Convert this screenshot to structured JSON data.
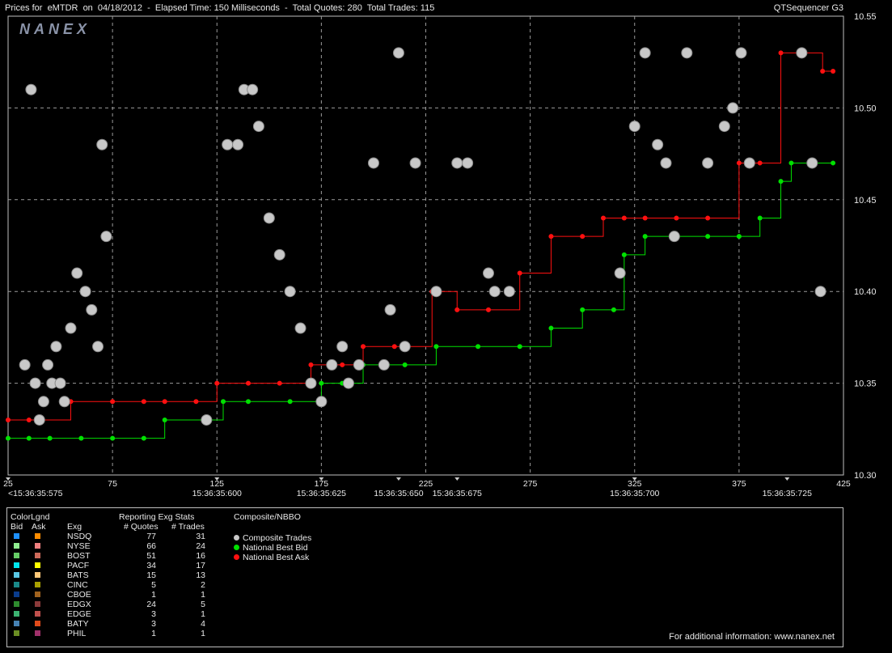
{
  "header": {
    "title": "Prices for  eMTDR  on  04/18/2012  -  Elapsed Time: 150 Milliseconds  -  Total Quotes: 280  Total Trades: 115",
    "product": "QTSequencer G3",
    "logo_text": "NANEX"
  },
  "chart_data": {
    "type": "line",
    "ylim": [
      10.3,
      10.55
    ],
    "xlim": [
      25,
      425
    ],
    "y_ticks": [
      "10.55",
      "10.50",
      "10.45",
      "10.40",
      "10.35",
      "10.30"
    ],
    "x_ticks": [
      "25",
      "75",
      "125",
      "175",
      "225",
      "275",
      "325",
      "375",
      "425"
    ],
    "time_ticks": [
      {
        "x": 25,
        "label": "<15:36:35:575"
      },
      {
        "x": 125,
        "label": "15:36:35:600"
      },
      {
        "x": 175,
        "label": "15:36:35:625"
      },
      {
        "x": 212,
        "label": "15:36:35:650"
      },
      {
        "x": 240,
        "label": "15:36:35:675"
      },
      {
        "x": 325,
        "label": "15:36:35:700"
      },
      {
        "x": 398,
        "label": "15:36:35:725"
      }
    ],
    "series": [
      {
        "name": "National Best Bid",
        "color": "#00e000",
        "points": [
          [
            25,
            10.32
          ],
          [
            35,
            10.32
          ],
          [
            45,
            10.32
          ],
          [
            60,
            10.32
          ],
          [
            75,
            10.32
          ],
          [
            90,
            10.32
          ],
          [
            100,
            10.33
          ],
          [
            120,
            10.33
          ],
          [
            128,
            10.34
          ],
          [
            140,
            10.34
          ],
          [
            160,
            10.34
          ],
          [
            175,
            10.35
          ],
          [
            185,
            10.35
          ],
          [
            195,
            10.36
          ],
          [
            215,
            10.36
          ],
          [
            230,
            10.37
          ],
          [
            250,
            10.37
          ],
          [
            270,
            10.37
          ],
          [
            285,
            10.38
          ],
          [
            300,
            10.39
          ],
          [
            315,
            10.39
          ],
          [
            320,
            10.42
          ],
          [
            330,
            10.43
          ],
          [
            345,
            10.43
          ],
          [
            360,
            10.43
          ],
          [
            375,
            10.43
          ],
          [
            385,
            10.44
          ],
          [
            395,
            10.46
          ],
          [
            400,
            10.47
          ],
          [
            410,
            10.47
          ],
          [
            420,
            10.47
          ]
        ]
      },
      {
        "name": "National Best Ask",
        "color": "#ff1010",
        "points": [
          [
            25,
            10.33
          ],
          [
            35,
            10.33
          ],
          [
            55,
            10.34
          ],
          [
            75,
            10.34
          ],
          [
            90,
            10.34
          ],
          [
            100,
            10.34
          ],
          [
            115,
            10.34
          ],
          [
            125,
            10.35
          ],
          [
            140,
            10.35
          ],
          [
            155,
            10.35
          ],
          [
            170,
            10.36
          ],
          [
            185,
            10.36
          ],
          [
            195,
            10.37
          ],
          [
            210,
            10.37
          ],
          [
            228,
            10.4
          ],
          [
            240,
            10.39
          ],
          [
            255,
            10.39
          ],
          [
            270,
            10.41
          ],
          [
            285,
            10.43
          ],
          [
            300,
            10.43
          ],
          [
            310,
            10.44
          ],
          [
            320,
            10.44
          ],
          [
            330,
            10.44
          ],
          [
            345,
            10.44
          ],
          [
            360,
            10.44
          ],
          [
            375,
            10.47
          ],
          [
            385,
            10.47
          ],
          [
            395,
            10.53
          ],
          [
            405,
            10.53
          ],
          [
            415,
            10.52
          ],
          [
            420,
            10.52
          ]
        ]
      },
      {
        "name": "Composite Trades",
        "color": "#c8c8c8",
        "points": [
          [
            33,
            10.36
          ],
          [
            36,
            10.51
          ],
          [
            38,
            10.35
          ],
          [
            40,
            10.33
          ],
          [
            42,
            10.34
          ],
          [
            44,
            10.36
          ],
          [
            46,
            10.35
          ],
          [
            48,
            10.37
          ],
          [
            50,
            10.35
          ],
          [
            52,
            10.34
          ],
          [
            55,
            10.38
          ],
          [
            58,
            10.41
          ],
          [
            62,
            10.4
          ],
          [
            65,
            10.39
          ],
          [
            68,
            10.37
          ],
          [
            70,
            10.48
          ],
          [
            72,
            10.43
          ],
          [
            120,
            10.33
          ],
          [
            130,
            10.48
          ],
          [
            135,
            10.48
          ],
          [
            138,
            10.51
          ],
          [
            142,
            10.51
          ],
          [
            145,
            10.49
          ],
          [
            150,
            10.44
          ],
          [
            155,
            10.42
          ],
          [
            160,
            10.4
          ],
          [
            165,
            10.38
          ],
          [
            170,
            10.35
          ],
          [
            175,
            10.34
          ],
          [
            180,
            10.36
          ],
          [
            185,
            10.37
          ],
          [
            188,
            10.35
          ],
          [
            193,
            10.36
          ],
          [
            200,
            10.47
          ],
          [
            205,
            10.36
          ],
          [
            208,
            10.39
          ],
          [
            212,
            10.53
          ],
          [
            215,
            10.37
          ],
          [
            220,
            10.47
          ],
          [
            230,
            10.4
          ],
          [
            240,
            10.47
          ],
          [
            245,
            10.47
          ],
          [
            255,
            10.41
          ],
          [
            258,
            10.4
          ],
          [
            265,
            10.4
          ],
          [
            318,
            10.41
          ],
          [
            325,
            10.49
          ],
          [
            330,
            10.53
          ],
          [
            336,
            10.48
          ],
          [
            340,
            10.47
          ],
          [
            344,
            10.43
          ],
          [
            350,
            10.53
          ],
          [
            360,
            10.47
          ],
          [
            368,
            10.49
          ],
          [
            372,
            10.5
          ],
          [
            376,
            10.53
          ],
          [
            380,
            10.47
          ],
          [
            405,
            10.53
          ],
          [
            410,
            10.47
          ],
          [
            414,
            10.4
          ]
        ]
      }
    ]
  },
  "legend": {
    "colorlgnd_label": "ColorLgnd",
    "bid_label": "Bid",
    "ask_label": "Ask",
    "exg_label": "Exg",
    "stats_title": "Reporting Exg Stats",
    "quotes_label": "# Quotes",
    "trades_label": "# Trades",
    "composite_title": "Composite/NBBO",
    "exchanges": [
      {
        "name": "NSDQ",
        "bid": "#1e90ff",
        "ask": "#ff8c00",
        "quotes": "77",
        "trades": "31"
      },
      {
        "name": "NYSE",
        "bid": "#90ee90",
        "ask": "#f08080",
        "quotes": "66",
        "trades": "24"
      },
      {
        "name": "BOST",
        "bid": "#66cd66",
        "ask": "#cd6a5a",
        "quotes": "51",
        "trades": "16"
      },
      {
        "name": "PACF",
        "bid": "#00e5ee",
        "ask": "#ffff00",
        "quotes": "34",
        "trades": "17"
      },
      {
        "name": "BATS",
        "bid": "#5ac8e6",
        "ask": "#ffc878",
        "quotes": "15",
        "trades": "13"
      },
      {
        "name": "CINC",
        "bid": "#1a8a8a",
        "ask": "#a8a000",
        "quotes": "5",
        "trades": "2"
      },
      {
        "name": "CBOE",
        "bid": "#0a3c8c",
        "ask": "#a0621e",
        "quotes": "1",
        "trades": "1"
      },
      {
        "name": "EDGX",
        "bid": "#2e8b2e",
        "ask": "#8b3a3a",
        "quotes": "24",
        "trades": "5"
      },
      {
        "name": "EDGE",
        "bid": "#3cb371",
        "ask": "#c0504d",
        "quotes": "3",
        "trades": "1"
      },
      {
        "name": "BATY",
        "bid": "#4682b4",
        "ask": "#e04a1a",
        "quotes": "3",
        "trades": "4"
      },
      {
        "name": "PHIL",
        "bid": "#6b8e23",
        "ask": "#a0306a",
        "quotes": "1",
        "trades": "1"
      }
    ],
    "composite": [
      {
        "label": "Composite Trades",
        "color": "#c8c8c8"
      },
      {
        "label": "National Best Bid",
        "color": "#00e000"
      },
      {
        "label": "National Best Ask",
        "color": "#ff1010"
      }
    ]
  },
  "footer": {
    "text": "For additional information: www.nanex.net"
  }
}
